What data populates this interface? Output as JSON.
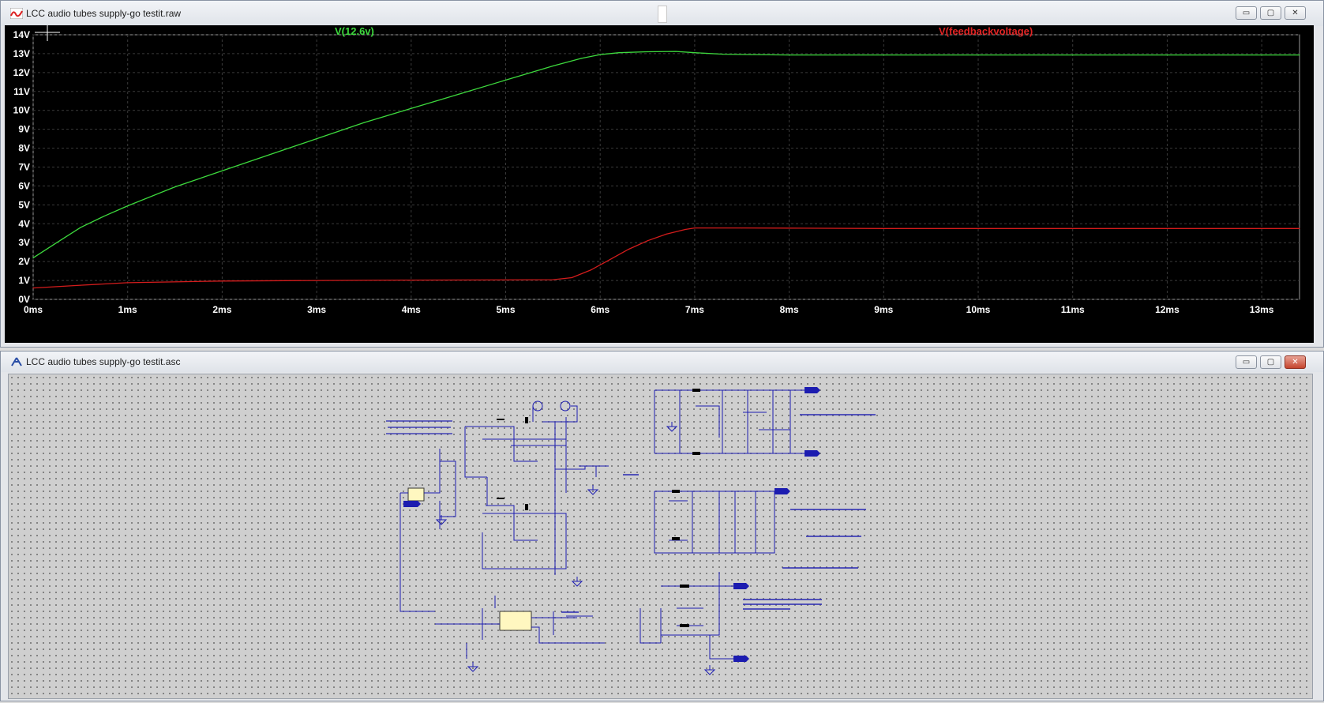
{
  "plot_window": {
    "title": "LCC audio tubes supply-go testit.raw",
    "buttons": {
      "minimize": "▭",
      "maximize": "▢",
      "close": "✕"
    }
  },
  "schematic_window": {
    "title": "LCC audio tubes supply-go testit.asc",
    "buttons": {
      "minimize": "▭",
      "maximize": "▢",
      "close": "✕"
    }
  },
  "colors": {
    "plot_background": "#000000",
    "grid": "#3a3a3a",
    "trace_1": "#3dd93d",
    "trace_2": "#d41c1c",
    "wire": "#1c1cb0"
  },
  "chart_data": {
    "type": "line",
    "title": "",
    "xlabel": "",
    "ylabel": "",
    "x_unit": "ms",
    "y_unit": "V",
    "xlim": [
      0,
      13.4
    ],
    "ylim": [
      0,
      14
    ],
    "x_ticks": [
      "0ms",
      "1ms",
      "2ms",
      "3ms",
      "4ms",
      "5ms",
      "6ms",
      "7ms",
      "8ms",
      "9ms",
      "10ms",
      "11ms",
      "12ms",
      "13ms"
    ],
    "y_ticks": [
      "0V",
      "1V",
      "2V",
      "3V",
      "4V",
      "5V",
      "6V",
      "7V",
      "8V",
      "9V",
      "10V",
      "11V",
      "12V",
      "13V",
      "14V"
    ],
    "grid": true,
    "series": [
      {
        "name": "V(12.6v)",
        "color": "#3dd93d",
        "x": [
          0,
          0.25,
          0.5,
          0.75,
          1.0,
          1.5,
          2.0,
          2.5,
          3.0,
          3.5,
          4.0,
          4.5,
          5.0,
          5.5,
          5.8,
          6.0,
          6.2,
          6.5,
          6.8,
          7.0,
          7.3,
          7.6,
          8.0,
          9.0,
          10.0,
          11.0,
          12.0,
          13.0,
          13.4
        ],
        "y": [
          2.2,
          3.0,
          3.8,
          4.4,
          4.95,
          5.95,
          6.8,
          7.65,
          8.5,
          9.35,
          10.1,
          10.85,
          11.6,
          12.35,
          12.75,
          12.95,
          13.05,
          13.1,
          13.12,
          13.05,
          12.97,
          12.95,
          12.93,
          12.93,
          12.93,
          12.93,
          12.93,
          12.93,
          12.93
        ]
      },
      {
        "name": "V(feedbackvoltage)",
        "color": "#d41c1c",
        "x": [
          0,
          0.5,
          1.0,
          2.0,
          3.0,
          4.0,
          5.0,
          5.5,
          5.7,
          5.9,
          6.1,
          6.3,
          6.5,
          6.7,
          6.9,
          7.0,
          7.5,
          8.0,
          9.0,
          10.0,
          11.0,
          12.0,
          13.0,
          13.4
        ],
        "y": [
          0.6,
          0.75,
          0.88,
          0.97,
          1.0,
          1.02,
          1.03,
          1.04,
          1.15,
          1.55,
          2.1,
          2.65,
          3.1,
          3.45,
          3.7,
          3.78,
          3.78,
          3.77,
          3.75,
          3.75,
          3.75,
          3.75,
          3.75,
          3.75
        ]
      }
    ]
  }
}
